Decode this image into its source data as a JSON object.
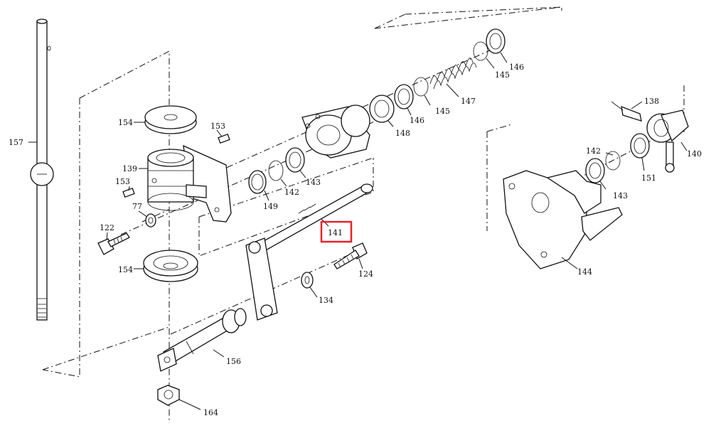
{
  "diagram": {
    "highlight_color": "#e8222a",
    "highlighted_part": "141",
    "labels": {
      "p157": "157",
      "p154a": "154",
      "p153a": "153",
      "p139": "139",
      "p153b": "153",
      "p77": "77",
      "p122": "122",
      "p154b": "154",
      "p149": "149",
      "p142a": "142",
      "p143a": "143",
      "p148": "148",
      "p146a": "146",
      "p145a": "145",
      "p147": "147",
      "p145b": "145",
      "p146b": "146",
      "p141": "141",
      "p124": "124",
      "p134": "134",
      "p156": "156",
      "p164": "164",
      "p138": "138",
      "p142b": "142",
      "p140": "140",
      "p151": "151",
      "p143b": "143",
      "p144": "144"
    }
  }
}
